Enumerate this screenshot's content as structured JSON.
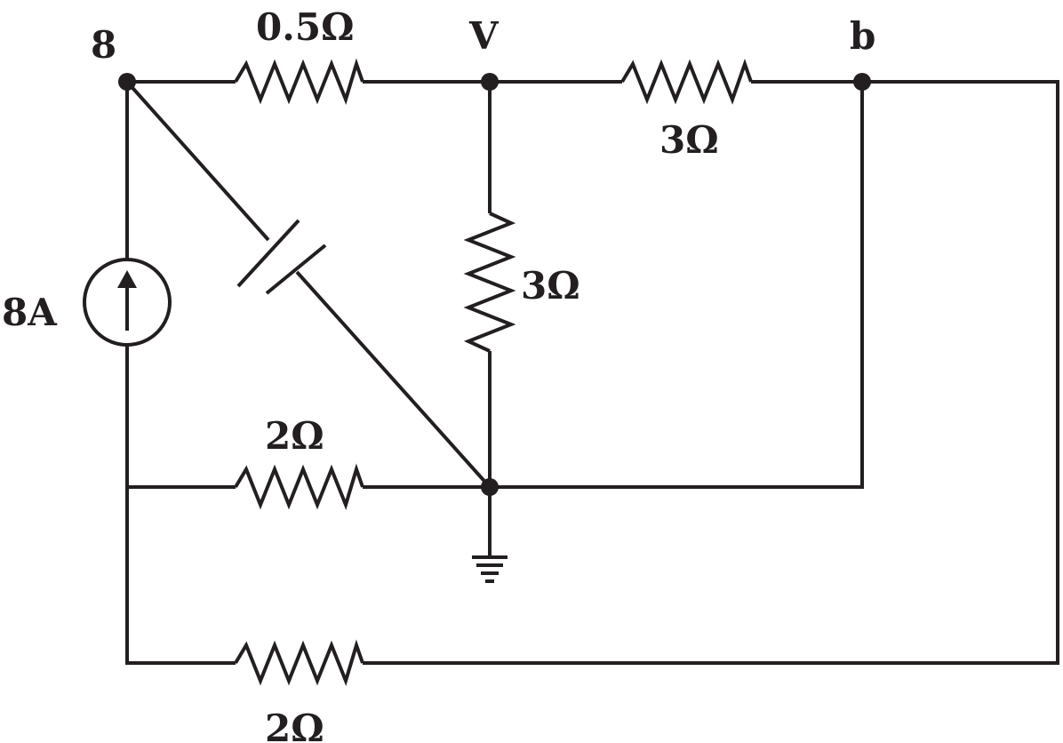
{
  "nodes": {
    "top_left": "8",
    "middle": "V",
    "right": "b"
  },
  "components": {
    "r_top_left": "0.5Ω",
    "r_top_right": "3Ω",
    "r_vertical": "3Ω",
    "r_middle_bottom": "2Ω",
    "r_bottom": "2Ω",
    "current_source": "8A"
  },
  "colors": {
    "ink": "#231f20",
    "background": "#ffffff"
  }
}
